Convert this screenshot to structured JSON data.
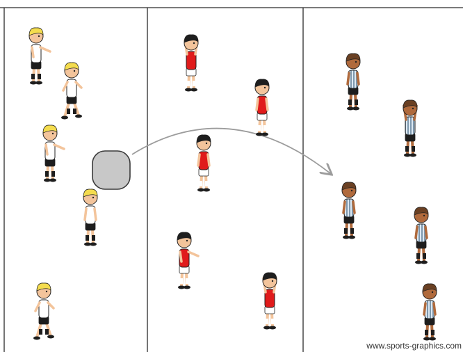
{
  "credit": "www.sports-graphics.com",
  "colors": {
    "line": "#2a2a2a",
    "arrow": "#9c9c9c",
    "ball_fill": "#c8c8c8",
    "ball_stroke": "#3a3a3a",
    "skin": "#f3c49b",
    "skin_dark": "#b06a3c",
    "hair_blond": "#f4dc4e",
    "hair_black": "#1e1e1e",
    "hair_brown": "#6a4023",
    "team_white_shirt": "#ffffff",
    "team_red_shirt": "#e01b1b",
    "team_striped_shirt": "#dce8f2",
    "shorts_black": "#1d1d1d",
    "shorts_white": "#ffffff"
  },
  "zones": [
    "zone-left",
    "zone-middle",
    "zone-right"
  ],
  "teams": {
    "white": {
      "shirt": "team_white_shirt",
      "shorts": "shorts_black",
      "hair": "hair_blond",
      "skin": "skin"
    },
    "red": {
      "shirt": "team_red_shirt",
      "shorts": "shorts_white",
      "hair": "hair_black",
      "skin": "skin"
    },
    "striped": {
      "shirt": "team_striped_shirt",
      "shorts": "shorts_black",
      "hair": "hair_brown",
      "skin": "skin_dark"
    }
  }
}
